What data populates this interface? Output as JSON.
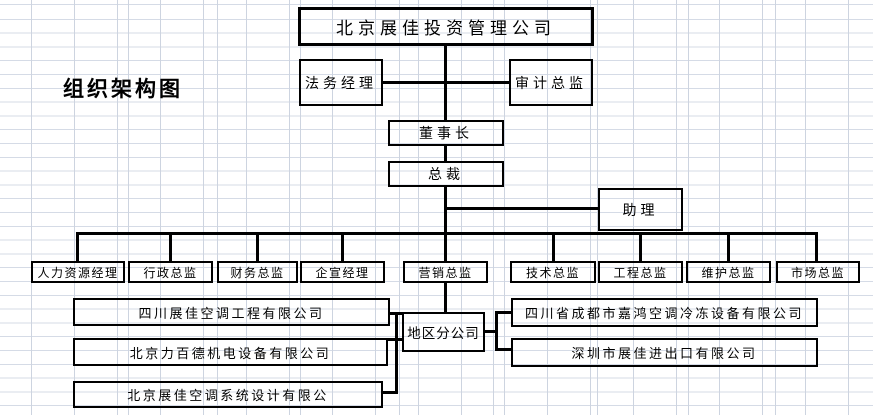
{
  "page": {
    "title_label": "组织架构图"
  },
  "org": {
    "root": "北京展佳投资管理公司",
    "staff_left": "法务经理",
    "staff_right": "审计总监",
    "chairman": "董事长",
    "president": "总裁",
    "assistant": "助理",
    "departments": [
      "人力资源经理",
      "行政总监",
      "财务总监",
      "企宣经理",
      "营销总监",
      "技术总监",
      "工程总监",
      "维护总监",
      "市场总监"
    ],
    "regional_branch": "地区分公司",
    "subsidiaries_left": [
      "四川展佳空调工程有限公司",
      "北京力百德机电设备有限公司",
      "北京展佳空调系统设计有限公"
    ],
    "subsidiaries_right": [
      "四川省成都市嘉鸿空调冷冻设备有限公司",
      "深圳市展佳进出口有限公司"
    ]
  },
  "colors": {
    "background": "#ffffff",
    "grid": "#cdd4e0",
    "line": "#000000",
    "text": "#000000"
  }
}
